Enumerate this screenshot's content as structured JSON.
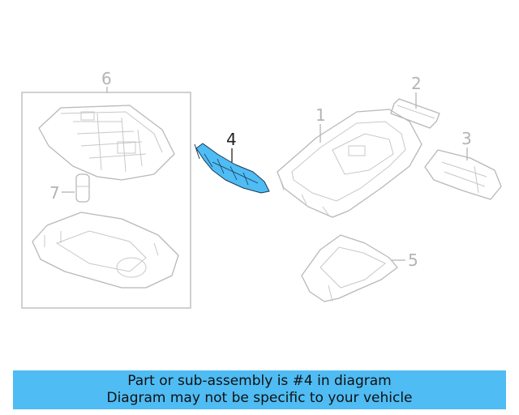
{
  "diagram": {
    "callouts": {
      "c1": "1",
      "c2": "2",
      "c3": "3",
      "c4": "4",
      "c5": "5",
      "c6": "6",
      "c7": "7"
    },
    "highlight_color": "#4fbcf4",
    "line_color": "#b8b8b8"
  },
  "banner": {
    "line1": "Part or sub-assembly is #4 in diagram",
    "line2": "Diagram may not be specific to your vehicle",
    "background": "#4fbcf4"
  }
}
